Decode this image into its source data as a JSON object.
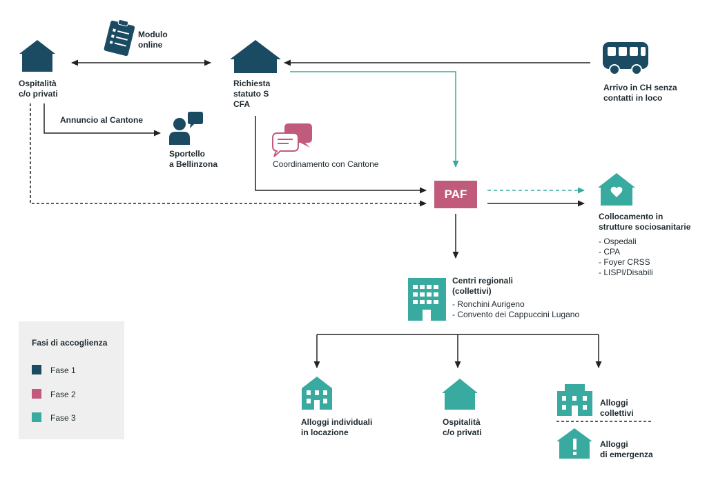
{
  "colors": {
    "fase1": "#1b4b63",
    "fase2": "#c05b7c",
    "fase3": "#38aaa0",
    "line": "#222222"
  },
  "nodes": {
    "ospitalita_privati_1": [
      "Ospitalità",
      "c/o privati"
    ],
    "modulo_online": [
      "Modulo",
      "online"
    ],
    "richiesta": [
      "Richiesta",
      "statuto S",
      "CFA"
    ],
    "arrivo": [
      "Arrivo in CH senza",
      "contatti in loco"
    ],
    "annuncio": "Annuncio al Cantone",
    "sportello": [
      "Sportello",
      "a Bellinzona"
    ],
    "coordinamento": "Coordinamento con Cantone",
    "paf": "PAF",
    "collocamento": [
      "Collocamento in",
      "strutture sociosanitarie"
    ],
    "collocamento_items": [
      "- Ospedali",
      "- CPA",
      "- Foyer CRSS",
      "- LISPI/Disabili"
    ],
    "centri": [
      "Centri regionali",
      "(collettivi)"
    ],
    "centri_items": [
      "- Ronchini Aurigeno",
      "- Convento dei Cappuccini Lugano"
    ],
    "alloggi_individuali": [
      "Alloggi individuali",
      "in locazione"
    ],
    "ospitalita_privati_3": [
      "Ospitalità",
      "c/o privati"
    ],
    "alloggi_collettivi": [
      "Alloggi",
      "collettivi"
    ],
    "alloggi_emergenza": [
      "Alloggi",
      "di emergenza"
    ]
  },
  "legend": {
    "title": "Fasi di accoglienza",
    "items": [
      {
        "label": "Fase 1",
        "color": "#1b4b63"
      },
      {
        "label": "Fase 2",
        "color": "#c05b7c"
      },
      {
        "label": "Fase 3",
        "color": "#38aaa0"
      }
    ]
  },
  "icons": [
    "house-icon",
    "clipboard-icon",
    "bus-icon",
    "person-chat-icon",
    "chat-bubbles-icon",
    "heart-house-icon",
    "building-icon",
    "apartment-icon",
    "warning-house-icon"
  ]
}
